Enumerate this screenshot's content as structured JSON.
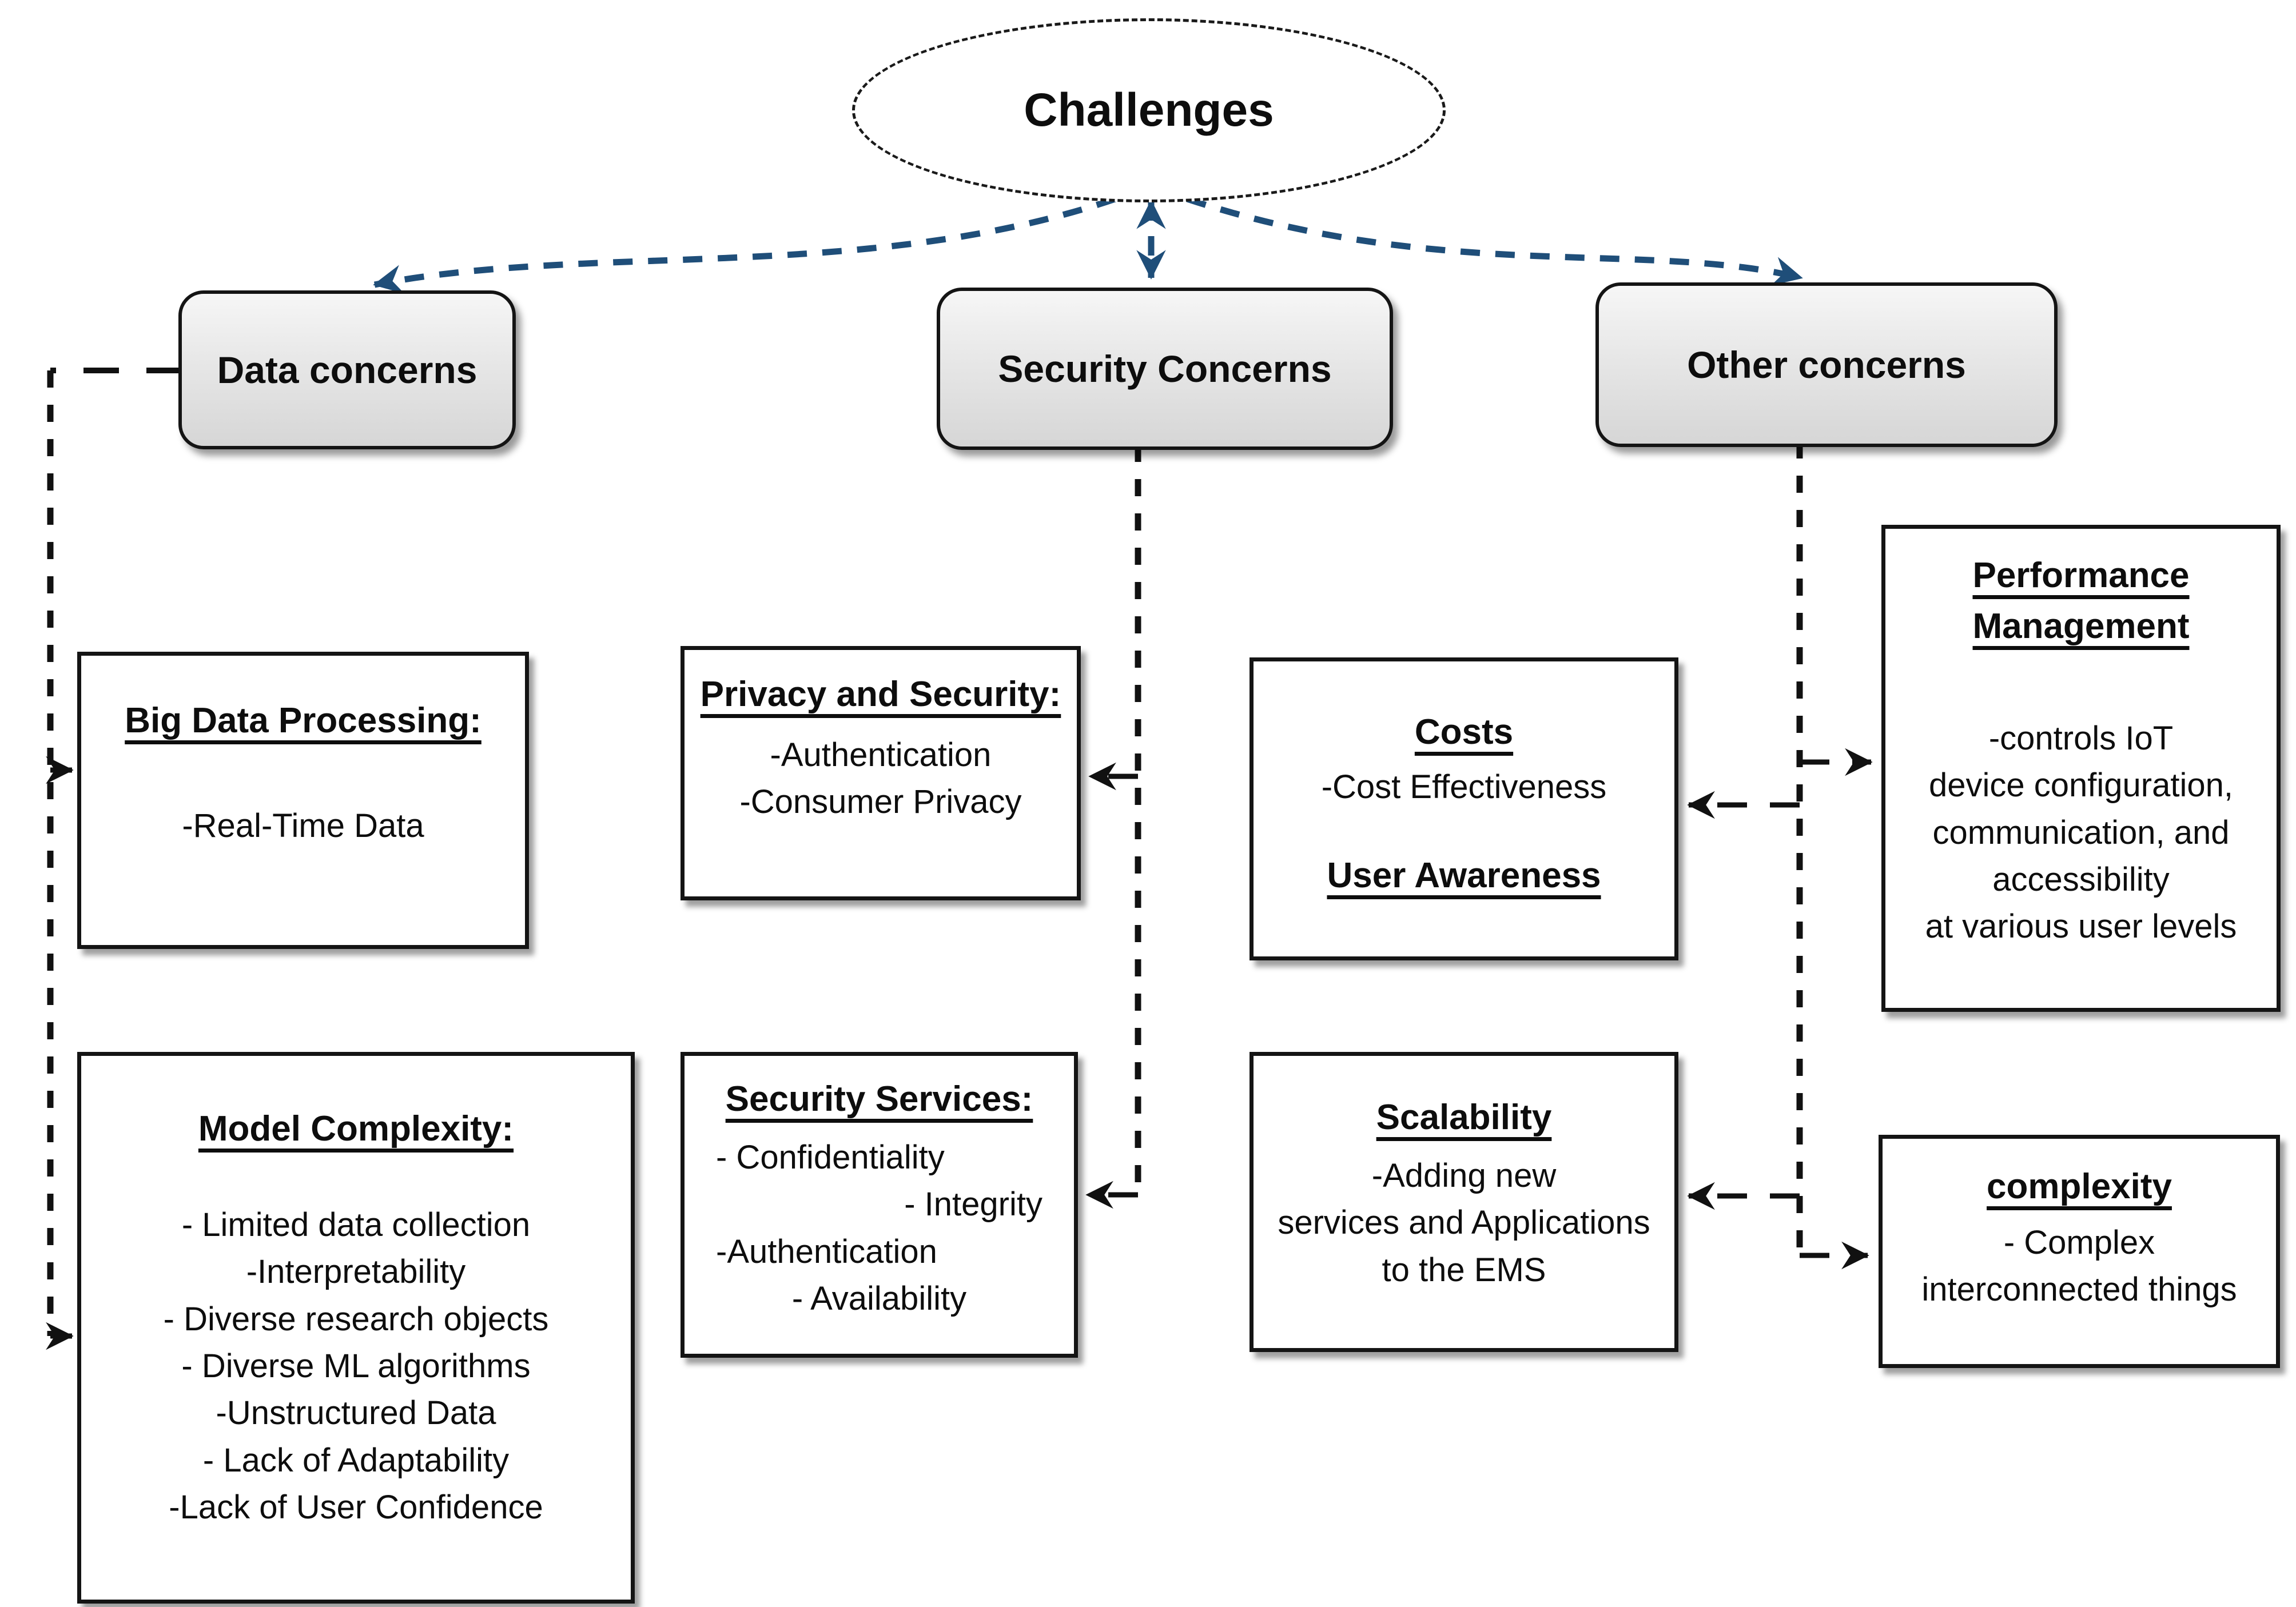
{
  "root_label": "Challenges",
  "branches": {
    "data": "Data concerns",
    "security": "Security Concerns",
    "other": "Other concerns"
  },
  "boxes": {
    "big_data": {
      "title": "Big Data Processing:",
      "lines": [
        "-Real-Time Data"
      ]
    },
    "privacy": {
      "title": "Privacy and Security:",
      "lines": [
        "-Authentication",
        "-Consumer Privacy"
      ]
    },
    "costs": {
      "title": "Costs",
      "line": "-Cost Effectiveness",
      "title2": "User Awareness"
    },
    "performance": {
      "title_line1": "Performance",
      "title_line2": "Management",
      "lines": [
        "-controls IoT",
        "device configuration,",
        "communication, and",
        "accessibility",
        "at various user levels"
      ]
    },
    "model_complexity": {
      "title": "Model Complexity:",
      "lines": [
        "- Limited data collection",
        "-Interpretability",
        "- Diverse research objects",
        "- Diverse ML algorithms",
        "-Unstructured Data",
        "- Lack of Adaptability",
        "-Lack of User Confidence"
      ]
    },
    "security_services": {
      "title": "Security Services:",
      "lines": [
        "- Confidentiality",
        "- Integrity",
        "-Authentication",
        "- Availability"
      ]
    },
    "scalability": {
      "title": "Scalability",
      "lines": [
        "-Adding new",
        "services and Applications",
        "to the EMS"
      ]
    },
    "complexity": {
      "title": "complexity",
      "lines": [
        "- Complex",
        "interconnected things"
      ]
    }
  },
  "colors": {
    "arrow_blue": "#1f4e79",
    "line_black": "#111111",
    "box_border": "#141414",
    "gray_box_top": "#f6f6f6",
    "gray_box_bottom": "#d6d6d6"
  }
}
